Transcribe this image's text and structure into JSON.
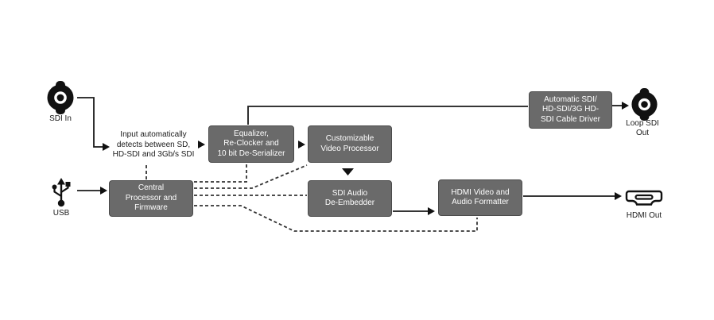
{
  "diagram": {
    "description_type": "signal-flow-block-diagram",
    "colors": {
      "background": "#ffffff",
      "box_fill": "#6a6a6a",
      "box_border": "#4b4b4b",
      "box_text": "#ffffff",
      "solid_line": "#1a1a1a",
      "dashed_line": "#333333",
      "label_text": "#1a1a1a"
    },
    "connectors_labels": {
      "sdi_in": "SDI In",
      "usb": "USB",
      "loop_sdi_out_line1": "Loop SDI",
      "loop_sdi_out_line2": "Out",
      "hdmi_out": "HDMI Out"
    },
    "annotation": {
      "line1": "Input automatically",
      "line2": "detects between SD,",
      "line3": "HD-SDI and 3Gb/s SDI"
    },
    "boxes": {
      "equalizer": {
        "line1": "Equalizer,",
        "line2": "Re-Clocker and",
        "line3": "10 bit De-Serializer"
      },
      "video_processor": {
        "line1": "Customizable",
        "line2": "Video Processor"
      },
      "cable_driver": {
        "line1": "Automatic SDI/",
        "line2": "HD-SDI/3G HD-",
        "line3": "SDI Cable Driver"
      },
      "central_processor": {
        "line1": "Central",
        "line2": "Processor and",
        "line3": "Firmware"
      },
      "audio_deembedder": {
        "line1": "SDI Audio",
        "line2": "De-Embedder"
      },
      "hdmi_formatter": {
        "line1": "HDMI Video and",
        "line2": "Audio Formatter"
      }
    }
  }
}
